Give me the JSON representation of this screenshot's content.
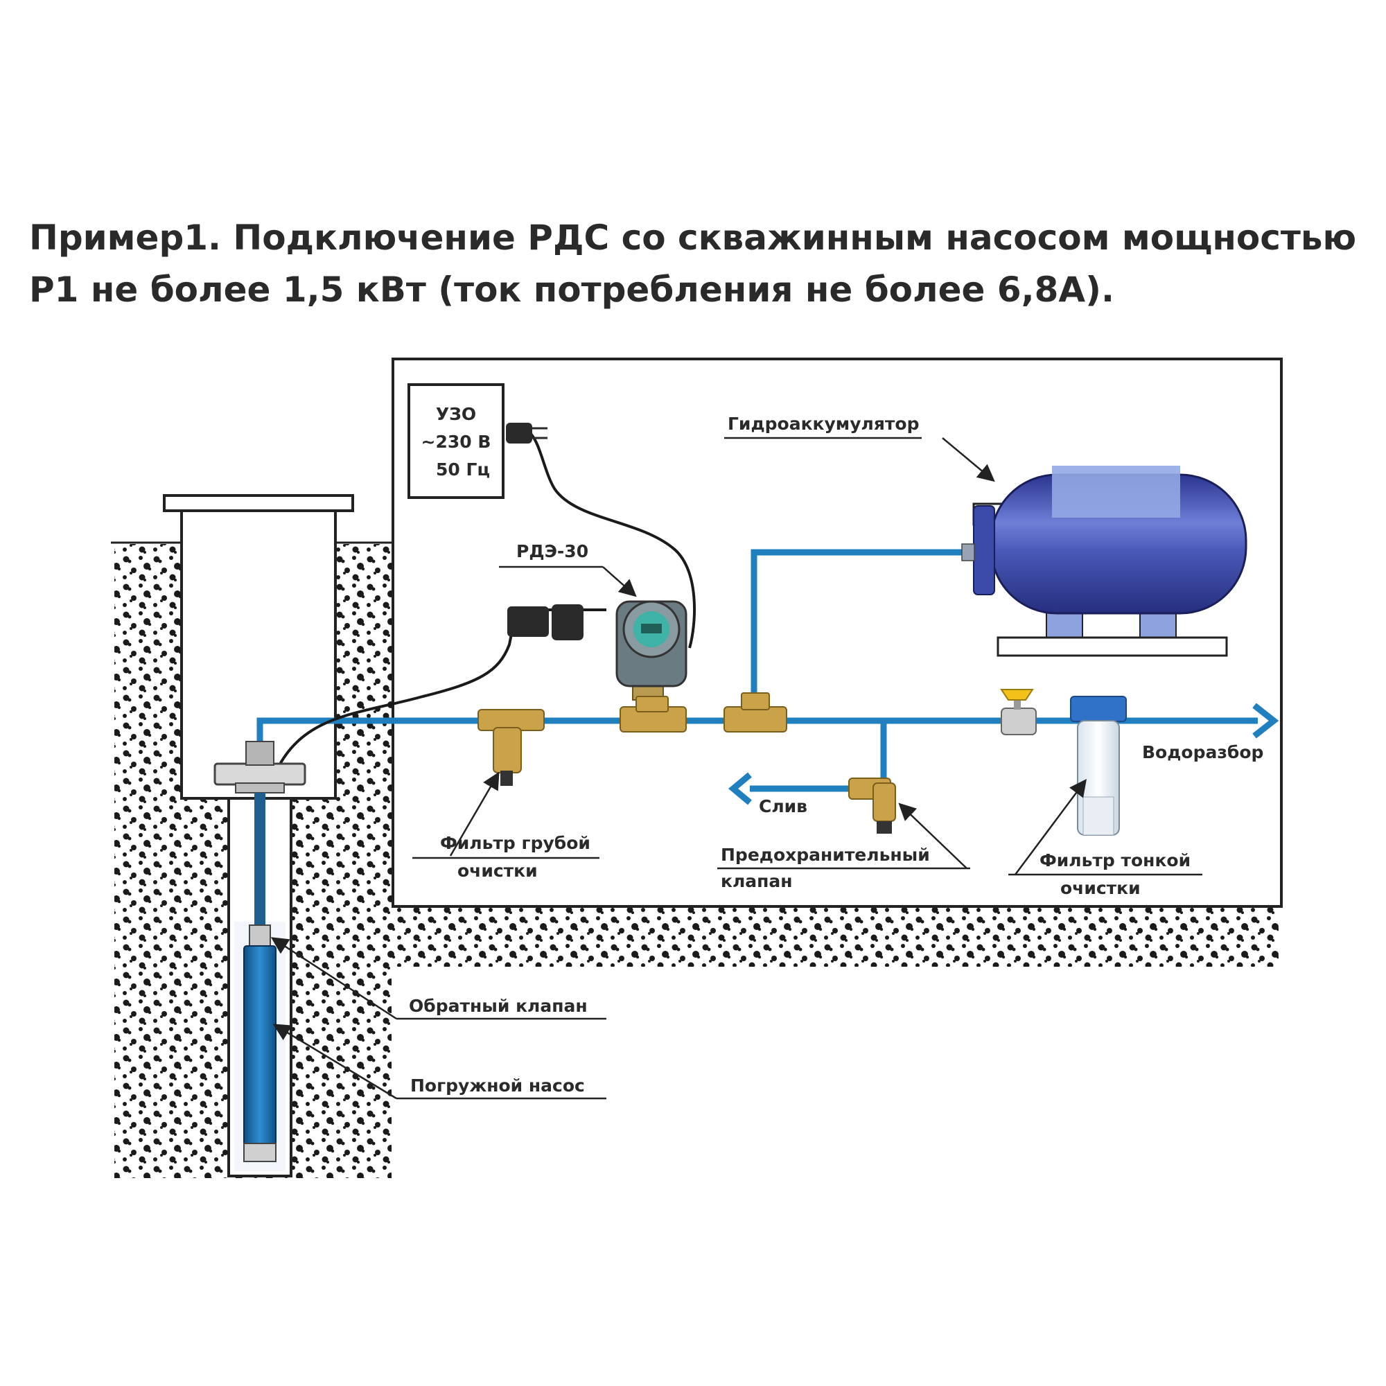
{
  "title": {
    "line1": "Пример1. Подключение РДС со скважинным насосом мощностью",
    "line2": "Р1 не более 1,5 кВт (ток потребления не более 6,8А)."
  },
  "uzo": {
    "line1": "УЗО",
    "line2": "~230 В",
    "line3": "50 Гц"
  },
  "labels": {
    "accumulator": "Гидроаккумулятор",
    "rde": "РДЭ-30",
    "coarse_filter_1": "Фильтр грубой",
    "coarse_filter_2": "очистки",
    "drain": "Слив",
    "safety_valve_1": "Предохранительный",
    "safety_valve_2": "клапан",
    "fine_filter_1": "Фильтр тонкой",
    "fine_filter_2": "очистки",
    "water_outlet": "Водоразбор",
    "check_valve": "Обратный клапан",
    "submersible_pump": "Погружной насос"
  },
  "colors": {
    "pipe": "#1f7fbf",
    "tank": "#3b4aa8",
    "brass": "#c9a24a",
    "soil": "#1a1a1a"
  }
}
